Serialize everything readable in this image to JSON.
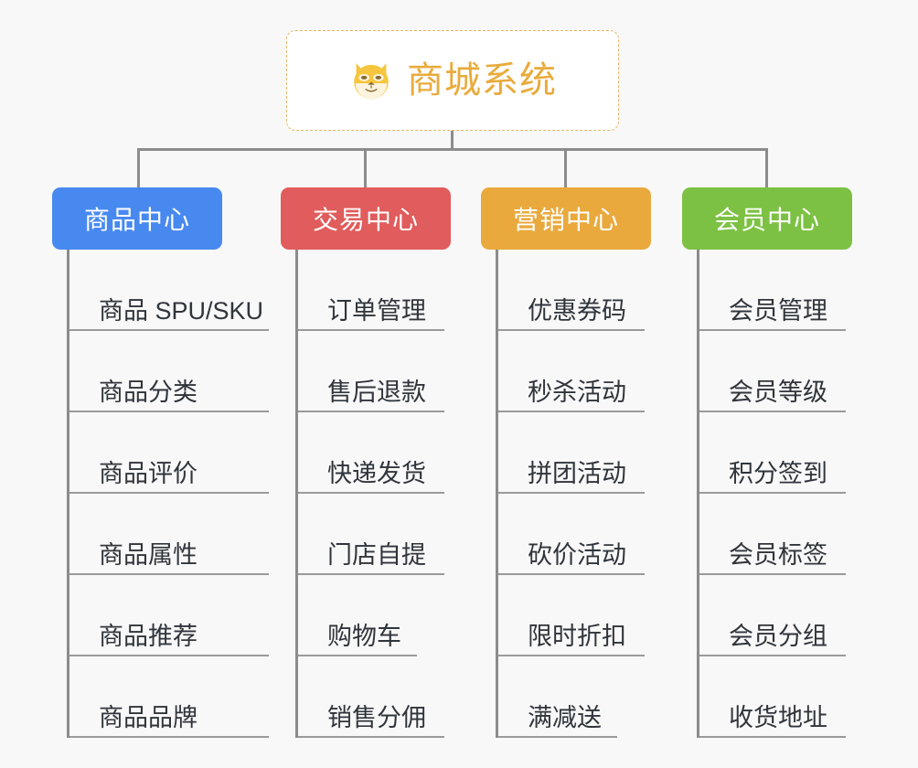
{
  "page": {
    "background": "#f8f8f8",
    "line_color": "#8c8c8c",
    "leaf_text_color": "#30353b"
  },
  "root": {
    "title": "商城系统",
    "icon": "shiba-dog-icon",
    "text_color": "#e8ab3c",
    "border_color": "#e8b563",
    "background": "#ffffff"
  },
  "columns": [
    {
      "id": "product-center",
      "category": "商品中心",
      "color": "#4889f0",
      "items": [
        "商品 SPU/SKU",
        "商品分类",
        "商品评价",
        "商品属性",
        "商品推荐",
        "商品品牌"
      ]
    },
    {
      "id": "trade-center",
      "category": "交易中心",
      "color": "#e15c5c",
      "items": [
        "订单管理",
        "售后退款",
        "快递发货",
        "门店自提",
        "购物车",
        "销售分佣"
      ]
    },
    {
      "id": "marketing-center",
      "category": "营销中心",
      "color": "#e9a93c",
      "items": [
        "优惠券码",
        "秒杀活动",
        "拼团活动",
        "砍价活动",
        "限时折扣",
        "满减送"
      ]
    },
    {
      "id": "member-center",
      "category": "会员中心",
      "color": "#7cc143",
      "items": [
        "会员管理",
        "会员等级",
        "积分签到",
        "会员标签",
        "会员分组",
        "收货地址"
      ]
    }
  ]
}
